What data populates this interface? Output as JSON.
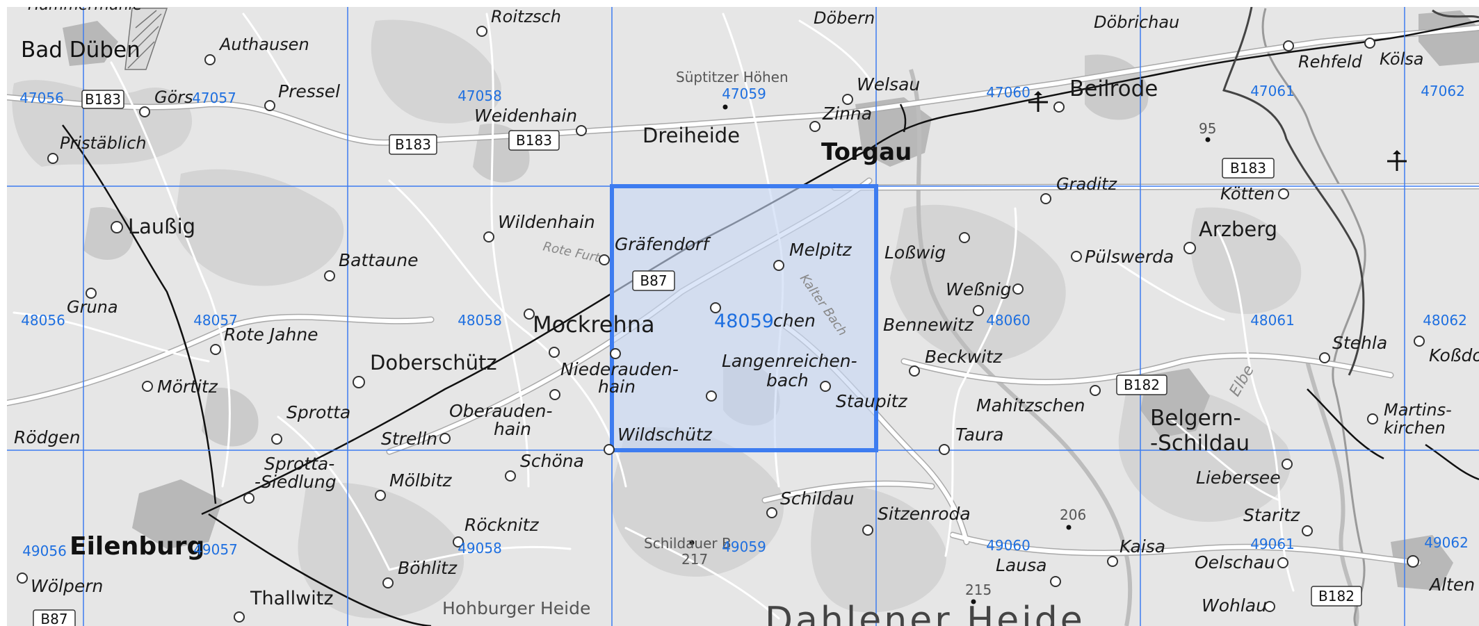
{
  "map": {
    "places": {
      "hammermuehle": "Hammermühle",
      "bad_dueben": "Bad Düben",
      "authausen": "Authausen",
      "roitzsch": "Roitzsch",
      "doebern": "Döbern",
      "doebrichau": "Döbrichau",
      "goers": "Görs",
      "pressel": "Pressel",
      "weidenhain": "Weidenhain",
      "dreiheide": "Dreiheide",
      "zinna": "Zinna",
      "welsau": "Welsau",
      "torgau": "Torgau",
      "beilrode": "Beilrode",
      "rehfeld": "Rehfeld",
      "koelsa": "Kölsa",
      "pristaeblich": "Pristäblich",
      "graditz": "Graditz",
      "koetten": "Kötten",
      "lausig": "Laußig",
      "wildenhain": "Wildenhain",
      "graefendorf": "Gräfendorf",
      "melpitz": "Melpitz",
      "losswig": "Loßwig",
      "puelswerda": "Pülswerda",
      "arzberg": "Arzberg",
      "battaune": "Battaune",
      "wessnig": "Weßnig",
      "gruna": "Gruna",
      "rote_jahne": "Rote Jahne",
      "mockrehna": "Mockrehna",
      "chen_fragment": "chen",
      "bennewitz": "Bennewitz",
      "stehla": "Stehla",
      "kossdorf_fragment": "Koßdo",
      "doberschuetz": "Doberschütz",
      "niederauden_1": "Niederauden-",
      "niederauden_2": "hain",
      "langenreichenbach_1": "Langenreichen-",
      "langenreichenbach_2": "bach",
      "beckwitz": "Beckwitz",
      "moertitz": "Mörtitz",
      "staupitz": "Staupitz",
      "mahitzschen": "Mahitzschen",
      "belgern_1": "Belgern-",
      "belgern_2": "-Schildau",
      "martinskirchen_1": "Martins-",
      "martinskirchen_2": "kirchen",
      "sprotta": "Sprotta",
      "oberauden_1": "Oberauden-",
      "oberauden_2": "hain",
      "roedgen": "Rödgen",
      "strelln": "Strelln",
      "wildschuetz": "Wildschütz",
      "taura": "Taura",
      "sprotta_siedlung_1": "Sprotta-",
      "sprotta_siedlung_2": "-Siedlung",
      "schoena": "Schöna",
      "liebersee": "Liebersee",
      "moelbitz": "Mölbitz",
      "schildau": "Schildau",
      "sitzenroda": "Sitzenroda",
      "staritz": "Staritz",
      "roecknitz": "Röcknitz",
      "eilenburg": "Eilenburg",
      "kaisa": "Kaisa",
      "oelschau": "Oelschau",
      "boehlitz": "Böhlitz",
      "lausa": "Lausa",
      "woelpern": "Wölpern",
      "thallwitz": "Thallwitz",
      "wohlau": "Wohlau",
      "altenau_fragment": "Alten"
    },
    "features": {
      "suptitzer_hoehen": "Süptitzer Höhen",
      "rote_furt": "Rote Furt",
      "kalter_bach": "Kalter Bach",
      "elbe": "Elbe",
      "schildauer_b": "Schildauer B",
      "hohburger_heide": "Hohburger Heide",
      "dahlener_heide": "Dahlener Heide",
      "elev_95": "95",
      "elev_206": "206",
      "elev_217": "217",
      "elev_215": "215"
    },
    "roads": {
      "b183_a": "B183",
      "b183_b": "B183",
      "b183_c": "B183",
      "b183_d": "B183",
      "b87_a": "B87",
      "b87_b": "B87",
      "b182_a": "B182",
      "b182_b": "B182"
    },
    "grid": {
      "cells": [
        "47056",
        "47057",
        "47058",
        "47059",
        "47060",
        "47061",
        "47062",
        "48056",
        "48057",
        "48058",
        "48059",
        "48060",
        "48061",
        "48062",
        "49056",
        "49057",
        "49058",
        "49059",
        "49060",
        "49061",
        "49062"
      ],
      "selected": "48059",
      "selected_fill": "#c7d6f4",
      "selected_stroke": "#3d7cf0",
      "line_color": "#3d7cf0"
    },
    "colors": {
      "background": "#e6e6e6",
      "road": "#ffffff",
      "railway": "#111111",
      "forest": "#cfcfcf",
      "town": "#b9b9b9",
      "water": "#d8d8d8"
    }
  }
}
